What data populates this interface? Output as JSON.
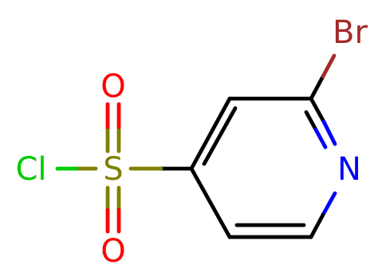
{
  "molecule": {
    "atoms": {
      "br": {
        "label": "Br",
        "color": "#a52a2a"
      },
      "n": {
        "label": "N",
        "color": "#0000ff"
      },
      "s": {
        "label": "S",
        "color": "#808000"
      },
      "cl": {
        "label": "Cl",
        "color": "#00cc00"
      },
      "o_top": {
        "label": "O",
        "color": "#ff0000"
      },
      "o_bottom": {
        "label": "O",
        "color": "#ff0000"
      }
    },
    "bond_color": "#000000"
  }
}
